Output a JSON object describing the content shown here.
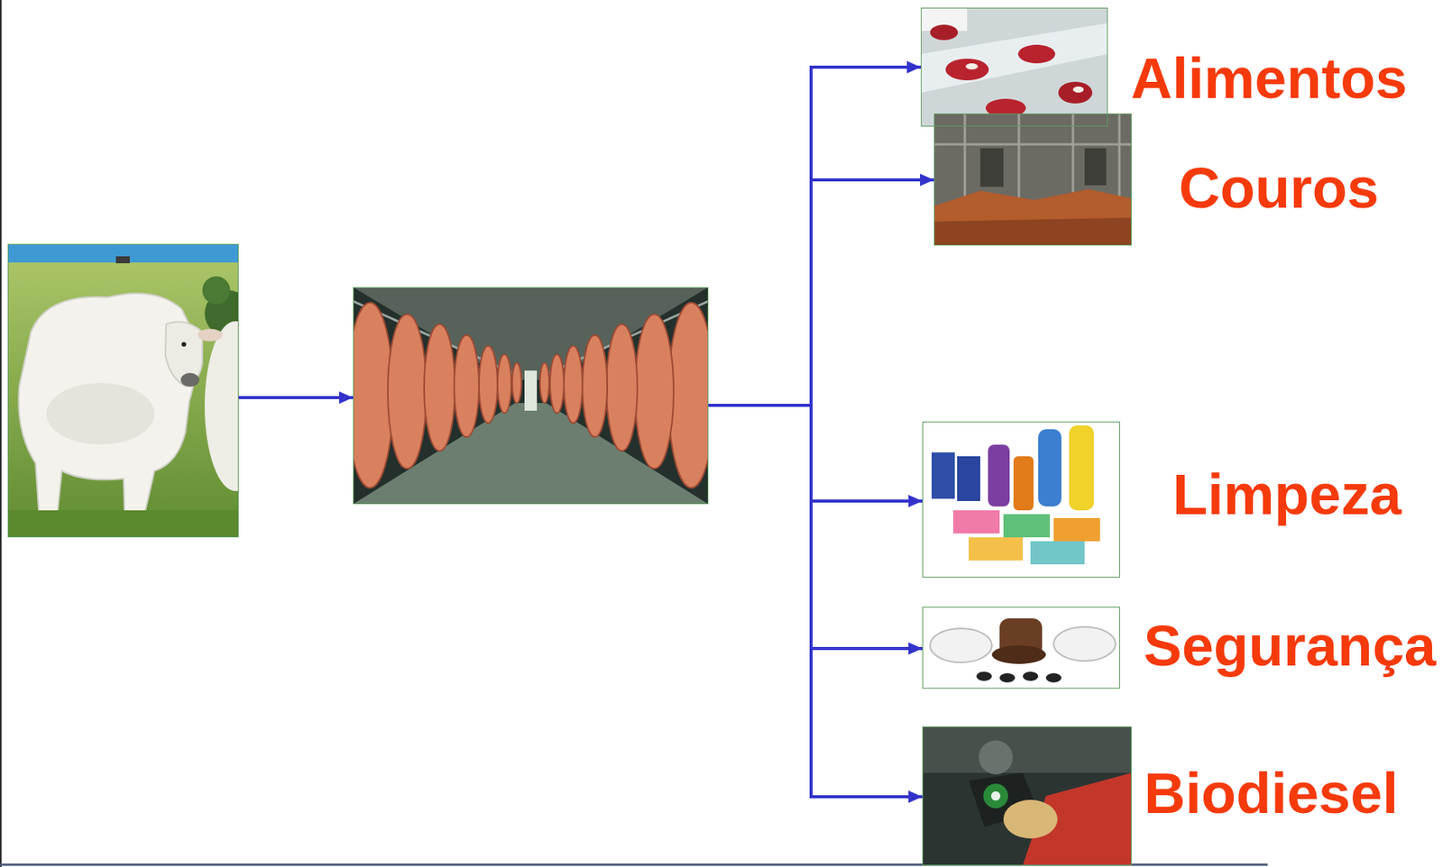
{
  "diagram": {
    "nodes": [
      {
        "text": []
      },
      {
        "text": []
      },
      {
        "text": [
          "Alimentos"
        ]
      },
      {
        "text": [
          "Couros"
        ]
      },
      {
        "text": [
          "Limpeza"
        ]
      },
      {
        "text": [
          "Segurança"
        ]
      },
      {
        "text": [
          "Biodiesel"
        ]
      }
    ],
    "edges": [
      {
        "from": 0,
        "to": 1,
        "arrow": "to"
      },
      {
        "from": 1,
        "to": 2,
        "arrow": "to"
      },
      {
        "from": 1,
        "to": 3,
        "arrow": "to"
      },
      {
        "from": 1,
        "to": 4,
        "arrow": "to"
      },
      {
        "from": 1,
        "to": 5,
        "arrow": "to"
      },
      {
        "from": 1,
        "to": 6,
        "arrow": "to"
      }
    ]
  }
}
